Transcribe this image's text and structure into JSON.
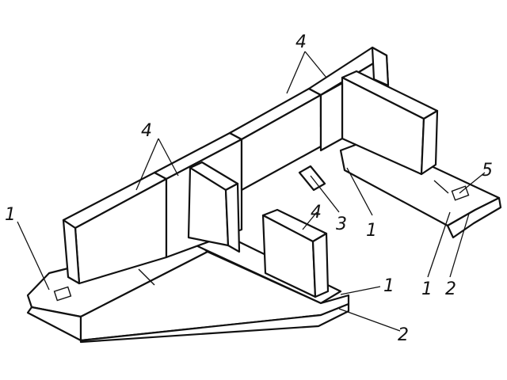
{
  "labels": {
    "footing_cushion_left": "1",
    "wall_blocks_top_right": "4",
    "wall_blocks_top_left": "4",
    "wall_block_front": "4",
    "joint_insert": "3",
    "cushion_inner_right": "1",
    "anchor_plate": "5",
    "cushion_right_lower": "1",
    "sand_bed_right": "2",
    "cushion_front_right": "1",
    "sand_bed_front": "2"
  },
  "colors": {
    "ink": "#111111",
    "paper": "#ffffff"
  }
}
